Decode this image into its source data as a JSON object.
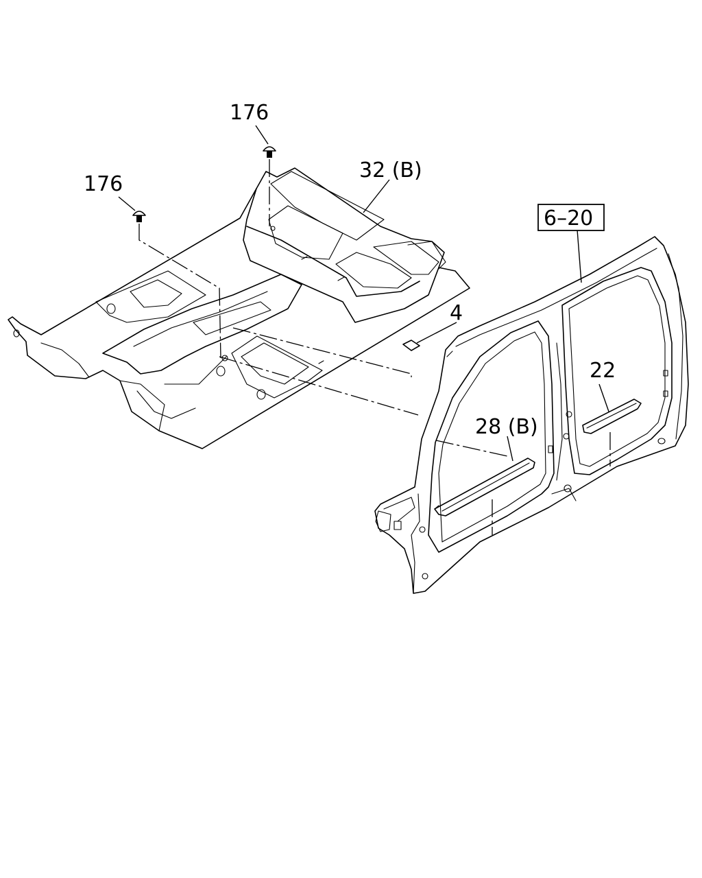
{
  "callouts": {
    "clip_upper": "176",
    "clip_left": "176",
    "floor_mat": "32 (B)",
    "ref_box": "6–20",
    "pad": "4",
    "rear_scuff": "22",
    "front_scuff": "28 (B)"
  },
  "colors": {
    "line": "#000000",
    "background": "#ffffff"
  }
}
